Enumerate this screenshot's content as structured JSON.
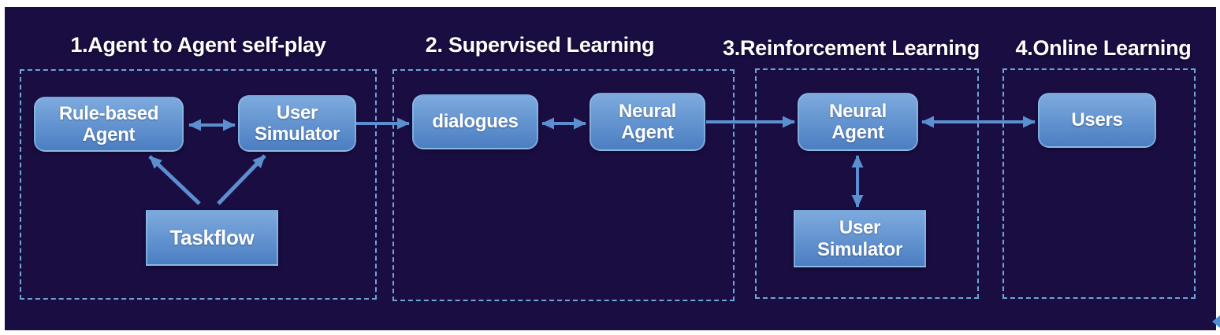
{
  "colors": {
    "page_bg": "#ffffff",
    "panel_bg": "#1a0d42",
    "dash_border": "#6fa4da",
    "box_top": "#7daade",
    "box_bottom": "#4b7ec2",
    "arrow": "#5b8fd0",
    "text": "#ffffff",
    "corner_glyph": "#4a90d9"
  },
  "sections": [
    {
      "title": "1.Agent to Agent self-play"
    },
    {
      "title": "2. Supervised Learning"
    },
    {
      "title": "3.Reinforcement Learning"
    },
    {
      "title": "4.Online Learning"
    }
  ],
  "nodes": {
    "rule_based_agent": {
      "label": "Rule-based\nAgent"
    },
    "user_simulator_selfplay": {
      "label": "User\nSimulator"
    },
    "taskflow": {
      "label": "Taskflow"
    },
    "dialogues": {
      "label": "dialogues"
    },
    "neural_agent_supervised": {
      "label": "Neural\nAgent"
    },
    "neural_agent_reinforcement": {
      "label": "Neural\nAgent"
    },
    "user_simulator_reinforcement": {
      "label": "User\nSimulator"
    },
    "users": {
      "label": "Users"
    }
  }
}
